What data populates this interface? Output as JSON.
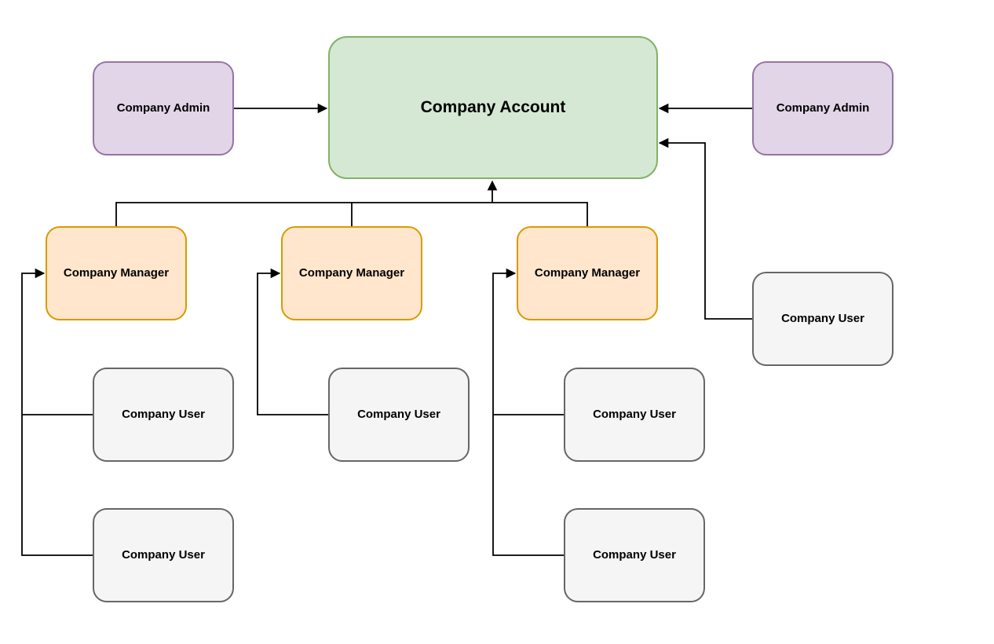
{
  "canvas": {
    "background": "#ffffff",
    "connector_color": "#000000",
    "text_color": "#000000"
  },
  "nodes": [
    {
      "id": "company-account",
      "label": "Company Account",
      "fill": "#d5e8d4",
      "stroke": "#82b366"
    },
    {
      "id": "company-admin-left",
      "label": "Company Admin",
      "fill": "#e1d5e7",
      "stroke": "#9673a6"
    },
    {
      "id": "company-admin-right",
      "label": "Company Admin",
      "fill": "#e1d5e7",
      "stroke": "#9673a6"
    },
    {
      "id": "company-manager-1",
      "label": "Company Manager",
      "fill": "#ffe6cc",
      "stroke": "#d79b00"
    },
    {
      "id": "company-manager-2",
      "label": "Company Manager",
      "fill": "#ffe6cc",
      "stroke": "#d79b00"
    },
    {
      "id": "company-manager-3",
      "label": "Company Manager",
      "fill": "#ffe6cc",
      "stroke": "#d79b00"
    },
    {
      "id": "company-user-right",
      "label": "Company User",
      "fill": "#f5f5f5",
      "stroke": "#666666"
    },
    {
      "id": "company-user-col1-a",
      "label": "Company User",
      "fill": "#f5f5f5",
      "stroke": "#666666"
    },
    {
      "id": "company-user-col1-b",
      "label": "Company User",
      "fill": "#f5f5f5",
      "stroke": "#666666"
    },
    {
      "id": "company-user-col2-a",
      "label": "Company User",
      "fill": "#f5f5f5",
      "stroke": "#666666"
    },
    {
      "id": "company-user-col3-a",
      "label": "Company User",
      "fill": "#f5f5f5",
      "stroke": "#666666"
    },
    {
      "id": "company-user-col3-b",
      "label": "Company User",
      "fill": "#f5f5f5",
      "stroke": "#666666"
    }
  ],
  "edges": [
    {
      "from": "company-admin-left",
      "to": "company-account",
      "arrow_at": "company-account"
    },
    {
      "from": "company-admin-right",
      "to": "company-account",
      "arrow_at": "company-account"
    },
    {
      "from": "company-user-right",
      "to": "company-account",
      "arrow_at": "company-account"
    },
    {
      "from": "company-manager-1",
      "to": "company-account",
      "arrow_at": "company-account"
    },
    {
      "from": "company-manager-2",
      "to": "company-account",
      "arrow_at": "company-account"
    },
    {
      "from": "company-manager-3",
      "to": "company-account",
      "arrow_at": "company-account"
    },
    {
      "from": "company-user-col1-a",
      "to": "company-manager-1",
      "arrow_at": "company-manager-1"
    },
    {
      "from": "company-user-col1-b",
      "to": "company-manager-1",
      "arrow_at": "company-manager-1"
    },
    {
      "from": "company-user-col2-a",
      "to": "company-manager-2",
      "arrow_at": "company-manager-2"
    },
    {
      "from": "company-user-col3-a",
      "to": "company-manager-3",
      "arrow_at": "company-manager-3"
    },
    {
      "from": "company-user-col3-b",
      "to": "company-manager-3",
      "arrow_at": "company-manager-3"
    }
  ]
}
